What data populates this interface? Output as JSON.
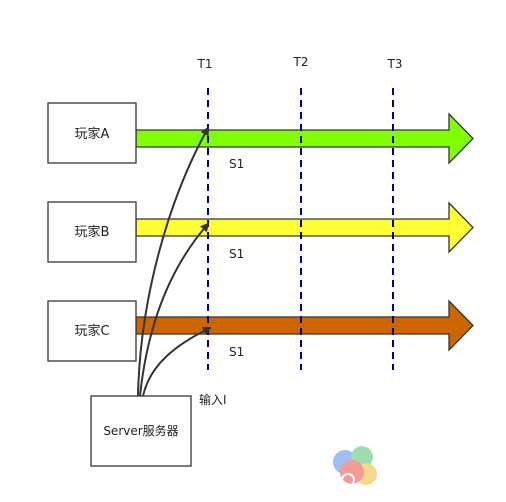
{
  "time_markers": [
    "T1",
    "T2",
    "T3"
  ],
  "players": [
    {
      "label": "玩家A",
      "arrow_color": "#80ff00",
      "s_label": "S1"
    },
    {
      "label": "玩家B",
      "arrow_color": "#ffff33",
      "s_label": "S1"
    },
    {
      "label": "玩家C",
      "arrow_color": "#cc6600",
      "s_label": "S1"
    }
  ],
  "server": {
    "label": "Server服务器"
  },
  "input_label": "输入I",
  "colors": {
    "dash_line": "#000080",
    "box_stroke": "#333333",
    "curve": "#333333"
  }
}
